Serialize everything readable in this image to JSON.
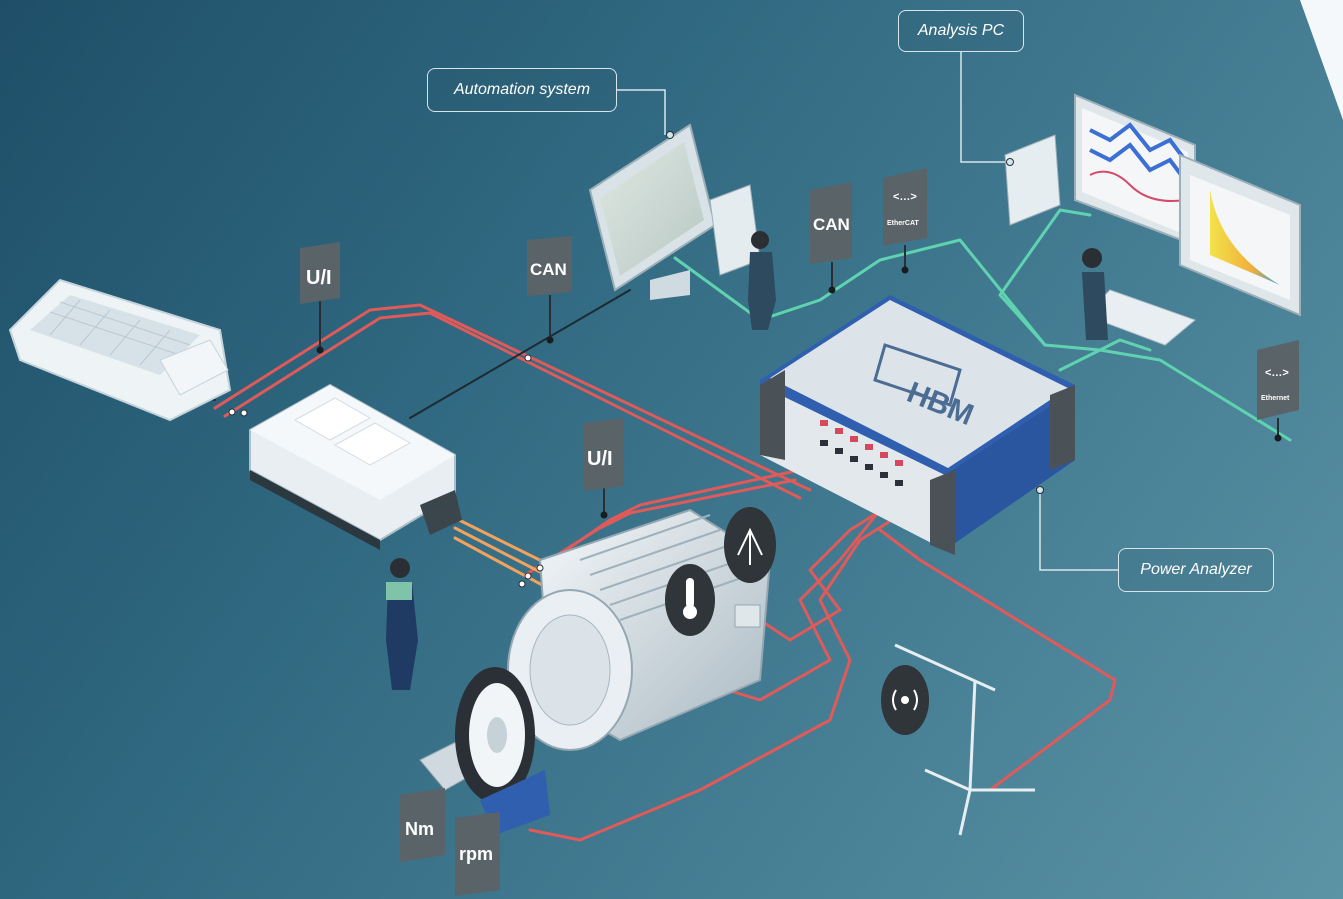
{
  "callouts": {
    "automation_system": "Automation system",
    "analysis_pc": "Analysis PC",
    "power_analyzer": "Power Analyzer"
  },
  "signal_tags": {
    "ui_battery": "U/I",
    "can_inverter": "CAN",
    "ui_motor": "U/I",
    "can_automation": "CAN",
    "ethercat": "EtherCAT",
    "ethernet": "Ethernet",
    "torque": "Nm",
    "speed": "rpm"
  },
  "device_logo": "HBM",
  "colors": {
    "power_cable": "#e05a5a",
    "data_cable": "#5fd3b0",
    "can_cable": "#1c2b33",
    "hv_cable": "#f2a25c",
    "tag_bg": "#5a6468",
    "analyzer_blue": "#2f5fae"
  },
  "icons": [
    "thermometer-icon",
    "vibration-sensor-icon",
    "microphone-icon",
    "sound-wave-icon",
    "battery-icon",
    "inverter-icon",
    "electric-motor-icon",
    "torque-flange-icon"
  ]
}
